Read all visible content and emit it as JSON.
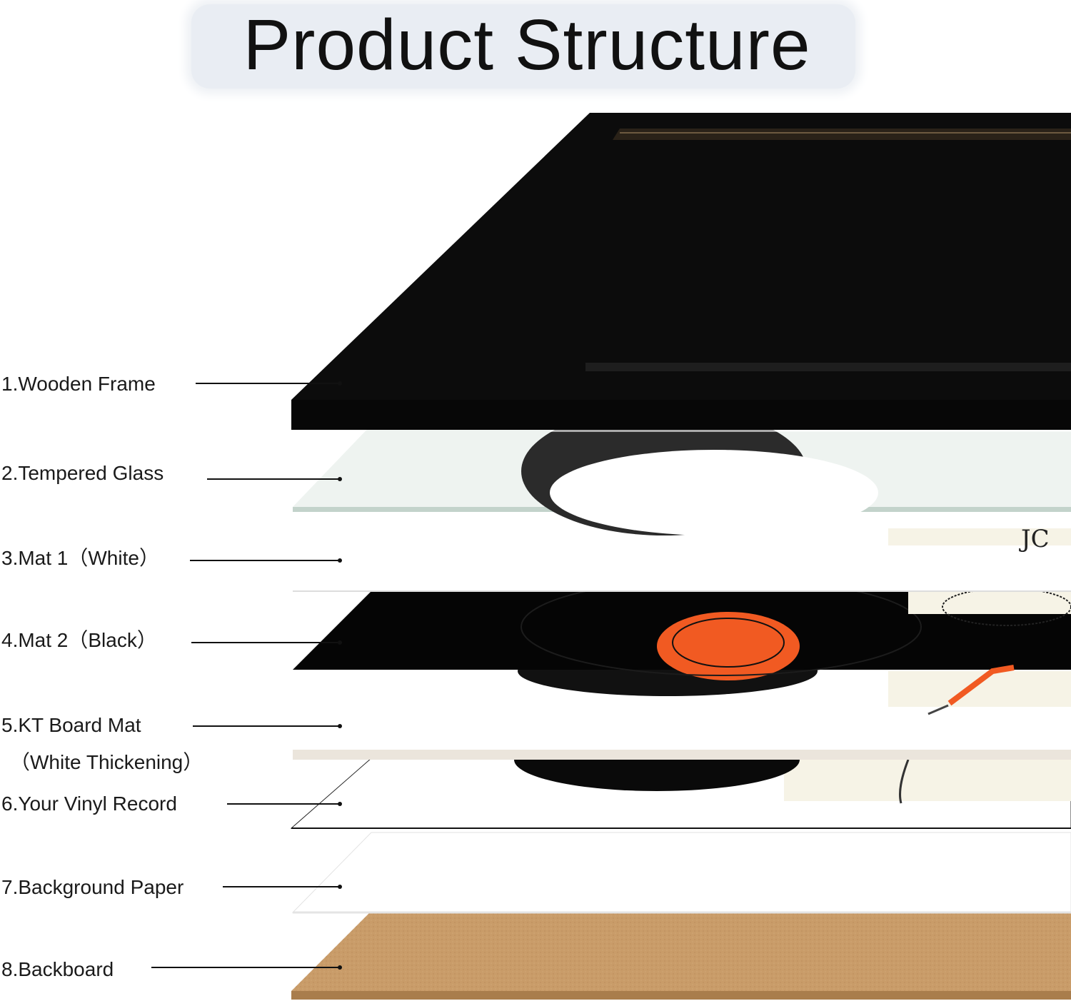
{
  "title": "Product Structure",
  "colors": {
    "frame": "#0c0c0c",
    "glass": "#dfe8e4",
    "glass_edge": "#b9c9c2",
    "mat_black": "#050505",
    "vinyl_label": "#f15a22",
    "backboard": "#c79a67",
    "backboard_edge": "#a27744"
  },
  "layers": [
    {
      "label": "1.Wooden Frame"
    },
    {
      "label": "2.Tempered Glass"
    },
    {
      "label": "3.Mat 1（White）"
    },
    {
      "label": "4.Mat 2（Black）"
    },
    {
      "label": "5.KT Board Mat",
      "sublabel": "（White Thickening）"
    },
    {
      "label": "6.Your Vinyl Record"
    },
    {
      "label": "7.Background Paper"
    },
    {
      "label": "8.Backboard"
    }
  ]
}
